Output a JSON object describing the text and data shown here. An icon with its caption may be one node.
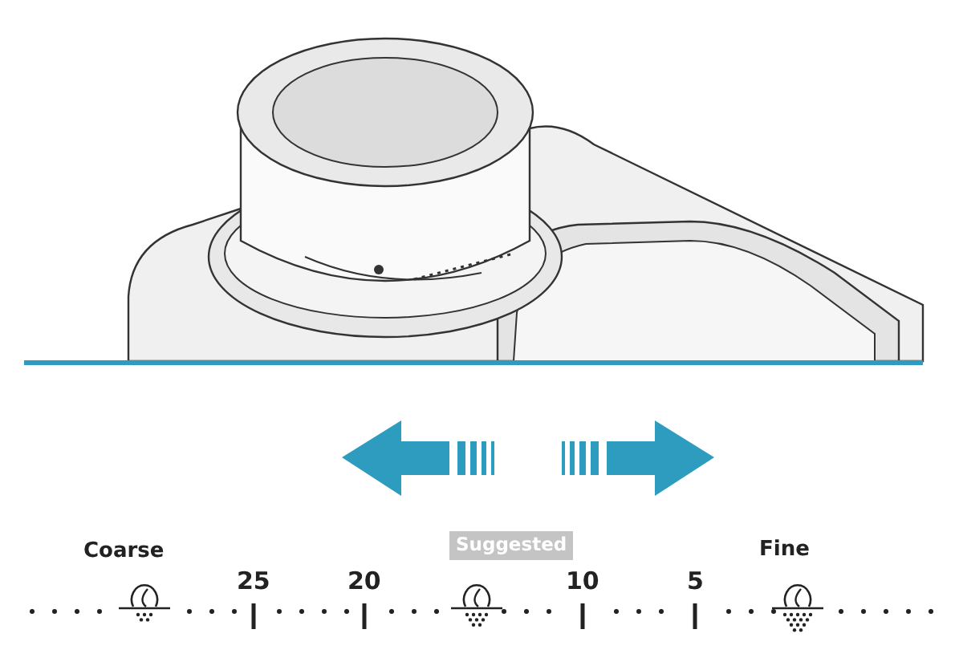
{
  "diagram": {
    "labels": [
      "Coarse",
      "Suggested",
      "Fine",
      "25",
      "20",
      "10",
      "5"
    ]
  }
}
